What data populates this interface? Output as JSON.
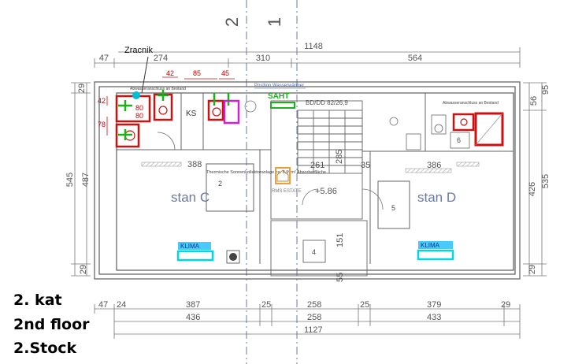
{
  "axes": {
    "axis_2": "2",
    "axis_1": "1"
  },
  "callout": {
    "label": "Zracnik"
  },
  "dims_top": {
    "total": "1148",
    "d47": "47",
    "d274": "274",
    "d310": "310",
    "d564": "564"
  },
  "dims_red": {
    "d42a": "42",
    "d85": "85",
    "d45": "45",
    "d42b": "42",
    "d78": "78"
  },
  "dims_left": {
    "d29a": "29",
    "d545": "545",
    "d487": "487",
    "d29b": "29"
  },
  "dims_right": {
    "d56": "56",
    "d95": "95",
    "d426": "426",
    "d535": "535",
    "d29": "29"
  },
  "dims_bottom": {
    "row1": [
      "47",
      "24",
      "387",
      "25",
      "258",
      "25",
      "379",
      "29"
    ],
    "row2": [
      "436",
      "258",
      "433"
    ],
    "total": "1127"
  },
  "plan": {
    "position_water_heater": "Position Wasserwärmer",
    "saht": "SAHT",
    "bd": "BD/DD 82/26,9",
    "ks": "KS",
    "sink_dims": [
      "80",
      "80"
    ],
    "abw_left": "Abwasseranschluss an Bestand",
    "abw_right": "Abwasseranschluss an Bestand",
    "solar": "Thermische Sonnenkollektoranlage ca. 8,99m² Absorberfläche",
    "stan_c": "stan C",
    "stan_d": "stan D",
    "klima_left": "KLIMA",
    "klima_right": "KLIMA",
    "d388": "388",
    "d386": "386",
    "d261": "261",
    "d285": "285",
    "d35": "35",
    "elev": "+5.86",
    "d151": "151",
    "d55": "55",
    "r2": "2",
    "r4": "4",
    "r5": "5",
    "r6": "6",
    "watermark": "RMS ESTATE"
  },
  "legend": {
    "line1": "2. kat",
    "line2": "2nd floor",
    "line3": "2.Stock"
  },
  "colors": {
    "red": "#cc1111",
    "green": "#19b319",
    "cyan": "#00d8e0",
    "magenta": "#d020d0",
    "line": "#5c5c5c",
    "blue": "#4a6ea8"
  }
}
